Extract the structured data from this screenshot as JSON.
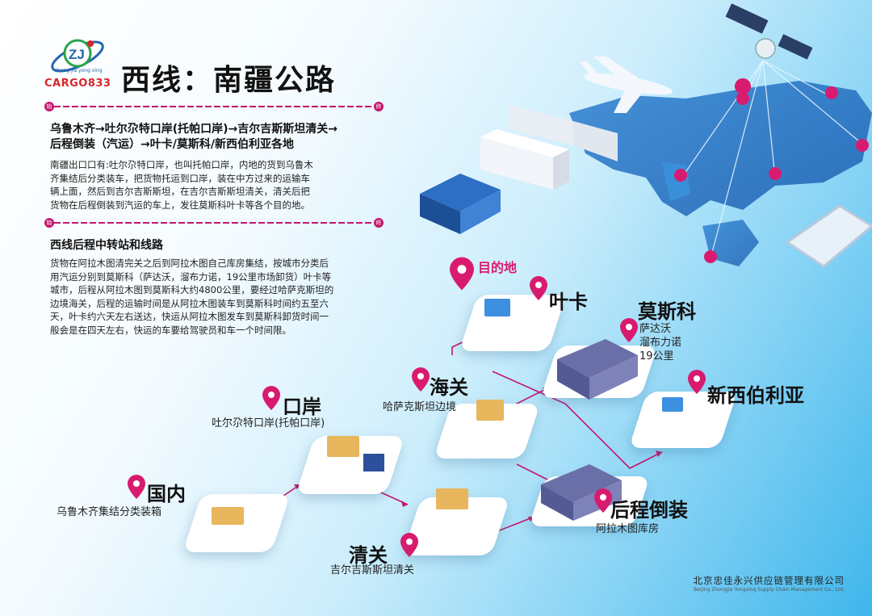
{
  "logo": {
    "brand": "CARGO833",
    "pinyin": "zhong jia yong xing",
    "colors": {
      "red": "#d6262b",
      "blue": "#2566ad",
      "green": "#2aa34a"
    }
  },
  "title": "西线：南疆公路",
  "bar1": {
    "start": "始",
    "end": "终"
  },
  "route_line1": "乌鲁木齐→吐尔尕特口岸(托帕口岸)→吉尔吉斯斯坦清关→",
  "route_line2": "后程倒装（汽运）→叶卡/莫斯科/新西伯利亚各地",
  "para1_lines": [
    "南疆出口口有:吐尔尕特口岸，也叫托帕口岸，内地的货到乌鲁木",
    "齐集结后分类装车，把货物托运到口岸，装在中方过来的运输车",
    "辆上面，然后到吉尔吉斯斯坦，在吉尔吉斯斯坦清关，清关后把",
    "货物在后程倒装到汽运的车上，发往莫斯科叶卡等各个目的地。"
  ],
  "bar2": {
    "start": "始",
    "end": "终"
  },
  "section2_title": "西线后程中转站和线路",
  "para2_lines": [
    "货物在阿拉木图清完关之后到阿拉木图自己库房集结，按城市分类后",
    "用汽运分别到莫斯科（萨达沃，溜布力诺，19公里市场卸货）叶卡等",
    "城市，后程从阿拉木图到莫斯科大约4800公里，要经过哈萨克斯坦的",
    "边境海关，后程的运输时间是从阿拉木图装车到莫斯科时间约五至六",
    "天，叶卡约六天左右送达，快运从阿拉木图发车到莫斯科卸货时间一",
    "般会是在四天左右，快运的车要给驾驶员和车一个时间限。"
  ],
  "nodes": {
    "destination": {
      "label": "目的地"
    },
    "yeka": {
      "label": "叶卡"
    },
    "moscow": {
      "label": "莫斯科",
      "sub": [
        "萨达沃",
        "溜布力诺",
        "19公里"
      ]
    },
    "customs": {
      "label": "海关",
      "sub": "哈萨克斯坦边境"
    },
    "port": {
      "label": "口岸",
      "sub": "吐尔尕特口岸(托帕口岸)"
    },
    "novosibirsk": {
      "label": "新西伯利亚"
    },
    "domestic": {
      "label": "国内",
      "sub": "乌鲁木齐集结分类装箱"
    },
    "transship": {
      "label": "后程倒装",
      "sub": "阿拉木图库房"
    },
    "clearance": {
      "label": "清关",
      "sub": "吉尔吉斯斯坦清关"
    }
  },
  "footer": {
    "company_cn": "北京忠佳永兴供应链管理有限公司",
    "company_en": "Beijing Zhongjia Yongxing Supply Chain Management Co., Ltd."
  },
  "colors": {
    "accent": "#c2176c",
    "pin": "#d81b6f"
  }
}
